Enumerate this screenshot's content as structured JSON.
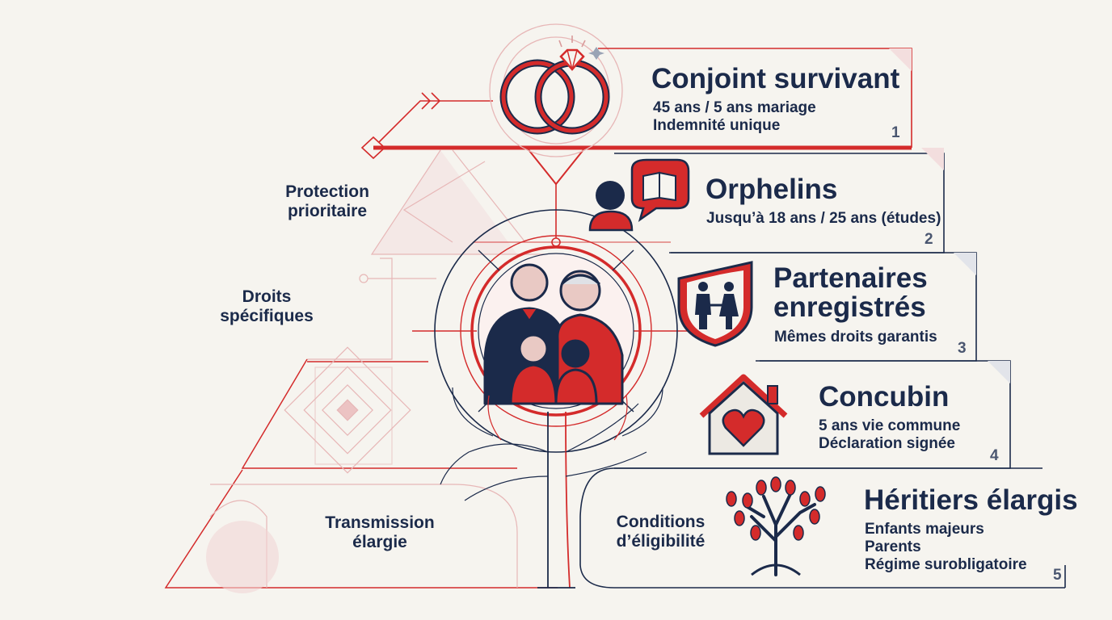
{
  "left_labels": {
    "protection": [
      "Protection",
      "prioritaire"
    ],
    "droits": [
      "Droits",
      "spécifiques"
    ],
    "transmission": [
      "Transmission",
      "élargie"
    ],
    "conditions": [
      "Conditions",
      "d’éligibilité"
    ]
  },
  "tiers": [
    {
      "number": "1",
      "title": "Conjoint survivant",
      "lines": [
        "45 ans / 5 ans mariage",
        "Indemnité unique"
      ],
      "icon": "wedding-rings-icon"
    },
    {
      "number": "2",
      "title": "Orphelins",
      "lines": [
        "Jusqu’à 18 ans / 25 ans (études)"
      ],
      "icon": "child-reading-icon"
    },
    {
      "number": "3",
      "title_lines": [
        "Partenaires",
        "enregistrés"
      ],
      "lines": [
        "Mêmes droits garantis"
      ],
      "icon": "shield-couple-icon"
    },
    {
      "number": "4",
      "title": "Concubin",
      "lines": [
        "5 ans vie commune",
        "Déclaration signée"
      ],
      "icon": "house-heart-icon"
    },
    {
      "number": "5",
      "title": "Héritiers élargis",
      "lines": [
        "Enfants majeurs",
        "Parents",
        "Régime surobligatoire"
      ],
      "icon": "tree-icon"
    }
  ],
  "colors": {
    "accent": "#d42b2b",
    "navy": "#1b2a4a",
    "background": "#f6f4ef"
  }
}
